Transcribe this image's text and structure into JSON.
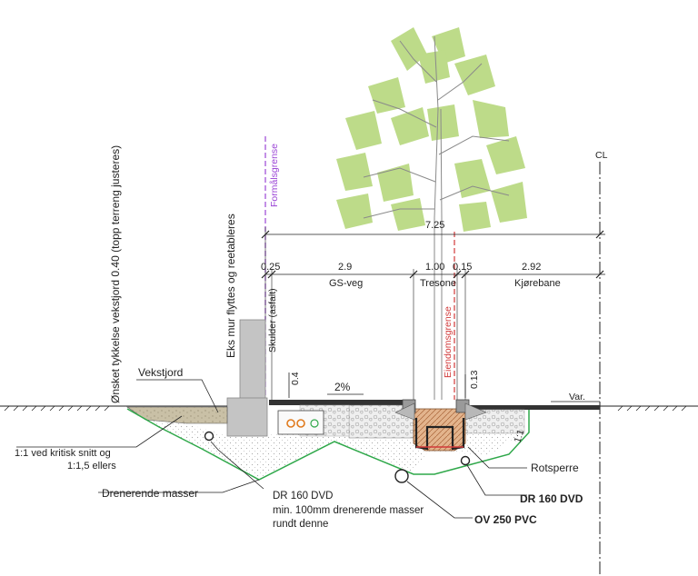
{
  "labels": {
    "cl": "CL",
    "total_width": "7.25",
    "d_skulder": "0.25",
    "d_gsveg": "2.9",
    "d_tresone": "1.00",
    "d_tresone_b": "0.15",
    "d_kjorebane": "2.92",
    "gs_veg": "GS-veg",
    "tresone": "Tresone",
    "kjorebane": "Kjørebane",
    "skulder": "Skulder (asfalt)",
    "formalsgrense": "Formålsgrense",
    "eiendomsgrense": "Eiendomsgrense",
    "eks_mur": "Eks mur flyttes og reetableres",
    "onsket": "Ønsket tykkelse vekstjord 0.40 (topp terreng justeres)",
    "h_04": "0.4",
    "h_013": "0.13",
    "slope_2": "2%",
    "var": "Var.",
    "slope_11": "1:1",
    "vekstjord": "Vekstjord",
    "kritisk_1": "1:1 ved kritisk snitt og",
    "kritisk_2": "1:1,5 ellers",
    "drenerende": "Drenerende masser",
    "dr160_left_1": "DR 160 DVD",
    "dr160_left_2": "min. 100mm drenerende masser",
    "dr160_left_3": "rundt denne",
    "rotsperre": "Rotsperre",
    "dr160_right": "DR 160 DVD",
    "ov250": "OV 250 PVC"
  },
  "colors": {
    "line": "#222222",
    "green_outline": "#2fa84a",
    "tree_leaves": "#9cc957",
    "formalsgrense": "#9b45d6",
    "eiendomsgrense": "#d23a3a",
    "wall": "#c4c4c4",
    "soil": "#c8bfa5",
    "root_zone": "#c88a5a"
  }
}
